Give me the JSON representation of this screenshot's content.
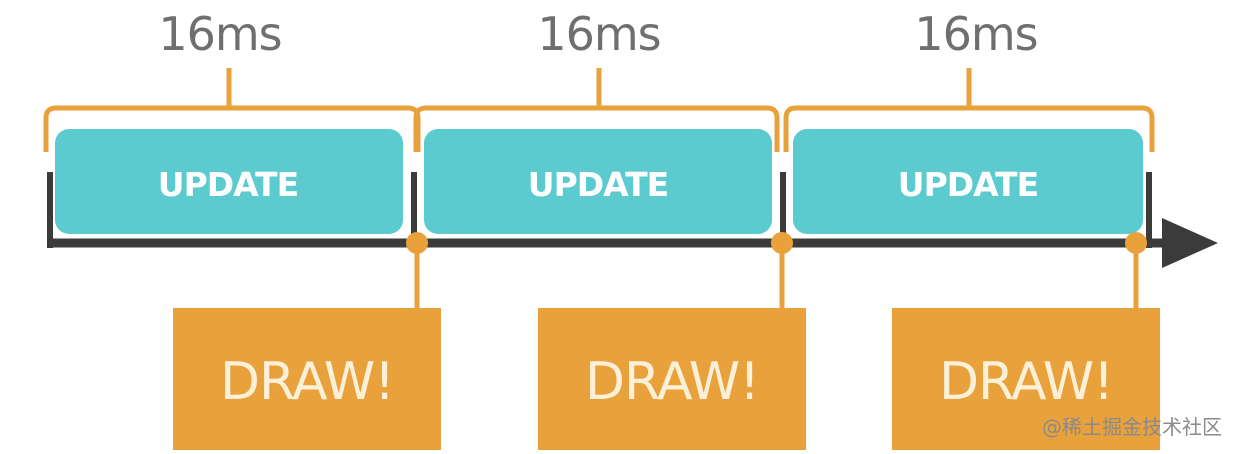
{
  "frames": [
    {
      "duration_label": "16ms",
      "update_label": "UPDATE",
      "draw_label": "DRAW!"
    },
    {
      "duration_label": "16ms",
      "update_label": "UPDATE",
      "draw_label": "DRAW!"
    },
    {
      "duration_label": "16ms",
      "update_label": "UPDATE",
      "draw_label": "DRAW!"
    }
  ],
  "watermark": "@稀土掘金技术社区",
  "colors": {
    "update_fill": "#5ccbcf",
    "accent_orange": "#e9a23b",
    "timeline": "#3b3b3b",
    "draw_text": "#fdf0d8",
    "label_gray": "#6f6f6f"
  }
}
